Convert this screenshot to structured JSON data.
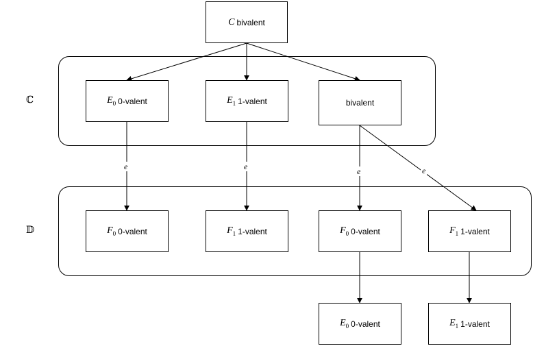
{
  "groups": {
    "C": {
      "label": "ℂ"
    },
    "D": {
      "label": "𝔻"
    }
  },
  "nodes": {
    "root": {
      "var": "C",
      "sub": "",
      "text": "bivalent"
    },
    "c1": {
      "var": "E",
      "sub": "0",
      "text": "0-valent"
    },
    "c2": {
      "var": "E",
      "sub": "1",
      "text": "1-valent"
    },
    "c3": {
      "var": "",
      "sub": "",
      "text": "bivalent"
    },
    "d1": {
      "var": "F",
      "sub": "0",
      "text": "0-valent"
    },
    "d2": {
      "var": "F",
      "sub": "1",
      "text": "1-valent"
    },
    "d3": {
      "var": "F",
      "sub": "0",
      "text": "0-valent"
    },
    "d4": {
      "var": "F",
      "sub": "1",
      "text": "1-valent"
    },
    "b1": {
      "var": "E",
      "sub": "0",
      "text": "0-valent"
    },
    "b2": {
      "var": "E",
      "sub": "1",
      "text": "1-valent"
    }
  },
  "edges": {
    "e1": {
      "label": "e"
    },
    "e2": {
      "label": "e"
    },
    "e3": {
      "label": "e"
    },
    "e4": {
      "label": "e"
    }
  }
}
